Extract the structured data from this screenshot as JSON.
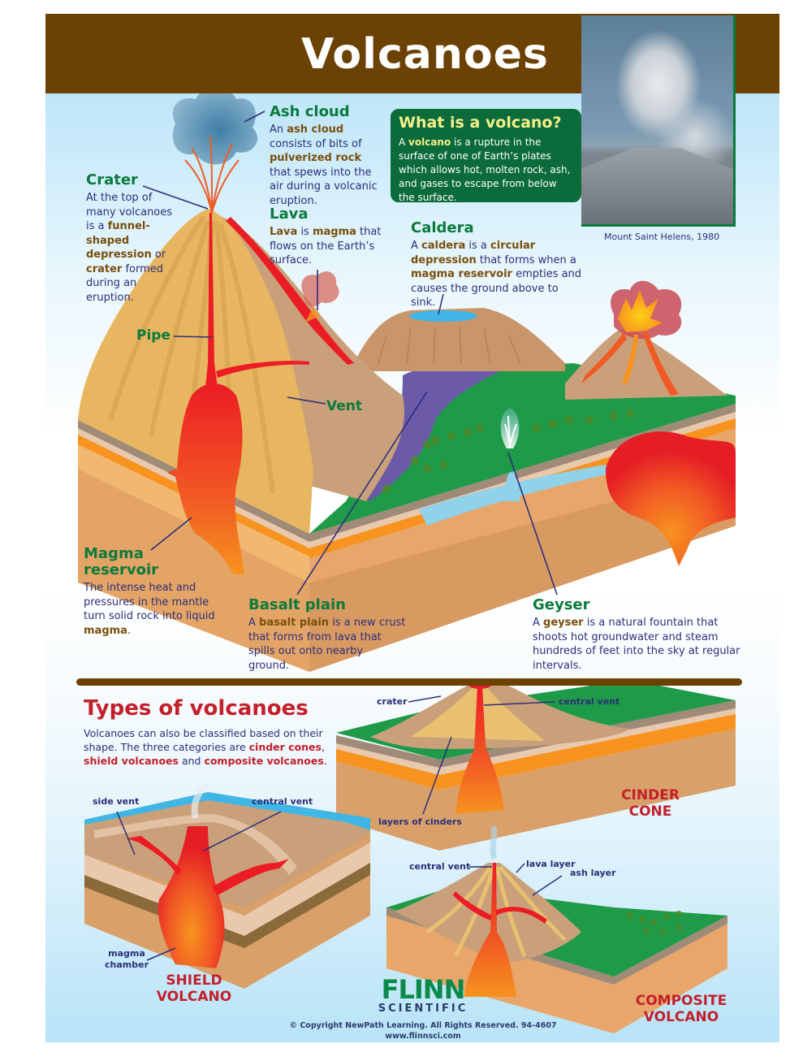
{
  "header": {
    "title": "Volcanoes",
    "band_color": "#6b4203"
  },
  "photo": {
    "caption": "Mount Saint Helens, 1980",
    "alt": "eruption-photo"
  },
  "what_is": {
    "heading": "What is a volcano?",
    "text_pre": "A ",
    "text_bold": "volcano",
    "text_post": " is a rupture in the surface of one of Earth’s plates which allows hot, molten rock, ash, and gases to escape from below the surface."
  },
  "callouts": {
    "ash_cloud": {
      "heading": "Ash cloud",
      "t1": "An ",
      "b1": "ash cloud",
      "t2": " consists of bits of ",
      "b2": "pulverized rock",
      "t3": " that spews into the air during a volcanic eruption."
    },
    "crater": {
      "heading": "Crater",
      "t1": "At the top of many volcanoes is a ",
      "b1": "funnel-shaped depression",
      "t2": " or ",
      "b2": "crater",
      "t3": " formed during an eruption."
    },
    "lava": {
      "heading": "Lava",
      "b1": "Lava",
      "t1": " is ",
      "b2": "magma",
      "t2": " that flows on the Earth’s surface."
    },
    "caldera": {
      "heading": "Caldera",
      "t1": "A ",
      "b1": "caldera",
      "t2": " is a ",
      "b2": "circular depression",
      "t3": " that forms when a ",
      "b3": "magma reservoir",
      "t4": " empties and causes the ground above to sink."
    },
    "magma_reservoir": {
      "heading": "Magma reservoir",
      "t1": "The intense heat and pressures in the mantle turn solid rock into liquid ",
      "b1": "magma",
      "t2": "."
    },
    "basalt_plain": {
      "heading": "Basalt plain",
      "t1": "A ",
      "b1": "basalt plain",
      "t2": " is a new crust that forms from lava that spills out onto nearby ground."
    },
    "geyser": {
      "heading": "Geyser",
      "t1": "A ",
      "b1": "geyser",
      "t2": " is a natural fountain that shoots hot groundwater and steam hundreds of feet into the sky at regular intervals."
    }
  },
  "diagram_labels": {
    "pipe": "Pipe",
    "vent": "Vent"
  },
  "types": {
    "title": "Types of volcanoes",
    "desc_t1": "Volcanoes can also be classified based on their shape. The three categories are ",
    "desc_b1": "cinder cones",
    "desc_t2": ", ",
    "desc_b2": "shield volcanoes",
    "desc_t3": " and ",
    "desc_b3": "composite volcanoes",
    "desc_t4": ".",
    "cinder_cone": {
      "name_line1": "CINDER",
      "name_line2": "CONE",
      "labels": {
        "crater": "crater",
        "central_vent": "central vent",
        "layers": "layers of cinders"
      }
    },
    "shield": {
      "name_line1": "SHIELD",
      "name_line2": "VOLCANO",
      "labels": {
        "side_vent": "side vent",
        "central_vent": "central vent",
        "magma_line1": "magma",
        "magma_line2": "chamber"
      }
    },
    "composite": {
      "name_line1": "COMPOSITE",
      "name_line2": "VOLCANO",
      "labels": {
        "central_vent": "central vent",
        "lava_layer": "lava layer",
        "ash_layer": "ash layer"
      }
    }
  },
  "footer": {
    "brand": "FLINN",
    "brand_sub": "SCIENTIFIC",
    "copyright": "© Copyright NewPath Learning. All Rights Reserved. 94-4607",
    "url": "www.flinnsci.com"
  },
  "colors": {
    "heading_green": "#0a7a3c",
    "body_navy": "#2b2f7a",
    "keyword_brown": "#7a4f0c",
    "types_red": "#c3202c",
    "box_green": "#0b6b3a",
    "box_yellow": "#f6f08a"
  }
}
